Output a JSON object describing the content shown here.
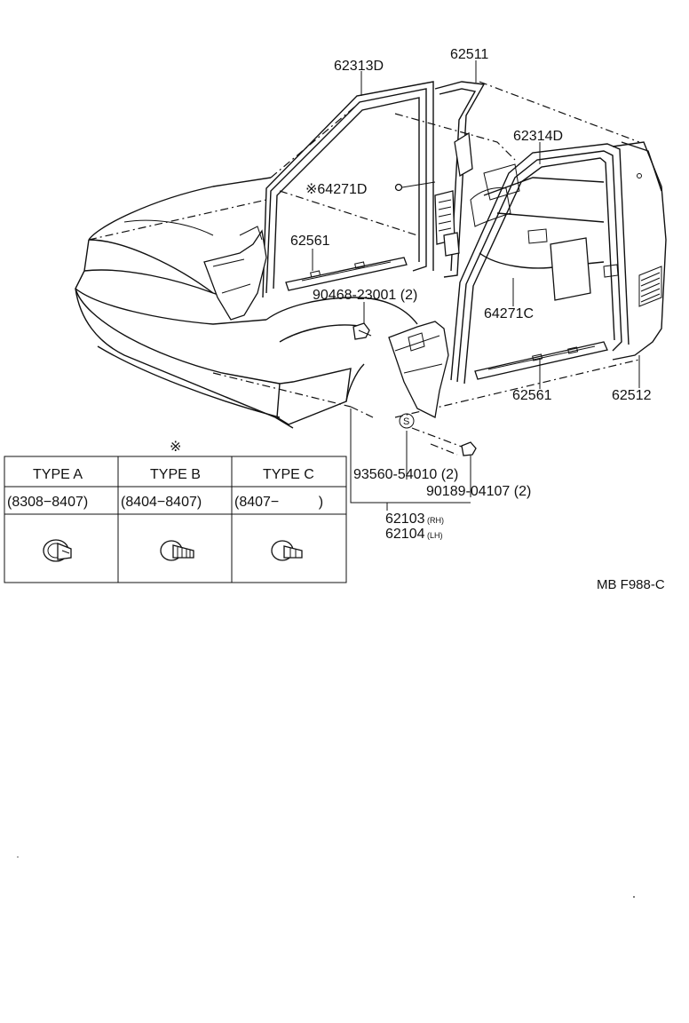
{
  "parts": {
    "p62313D": "62313D",
    "p62511": "62511",
    "p62314D": "62314D",
    "p64271D": "※64271D",
    "p62561_upper": "62561",
    "p90468": "90468-23001 (2)",
    "p64271C": "64271C",
    "p62561_lower": "62561",
    "p62512": "62512",
    "p93560": "93560-54010 (2)",
    "p90189": "90189-04107 (2)",
    "p62103": "62103",
    "p62103_suffix": "(RH)",
    "p62104": "62104",
    "p62104_suffix": "(LH)",
    "s_marker": "S"
  },
  "types_table": {
    "mark": "※",
    "headers": [
      "TYPE A",
      "TYPE B",
      "TYPE C"
    ],
    "periods": [
      "(8308−8407)",
      "(8404−8407)",
      "(8407−          )"
    ]
  },
  "diagram_code": "MB F988-C"
}
